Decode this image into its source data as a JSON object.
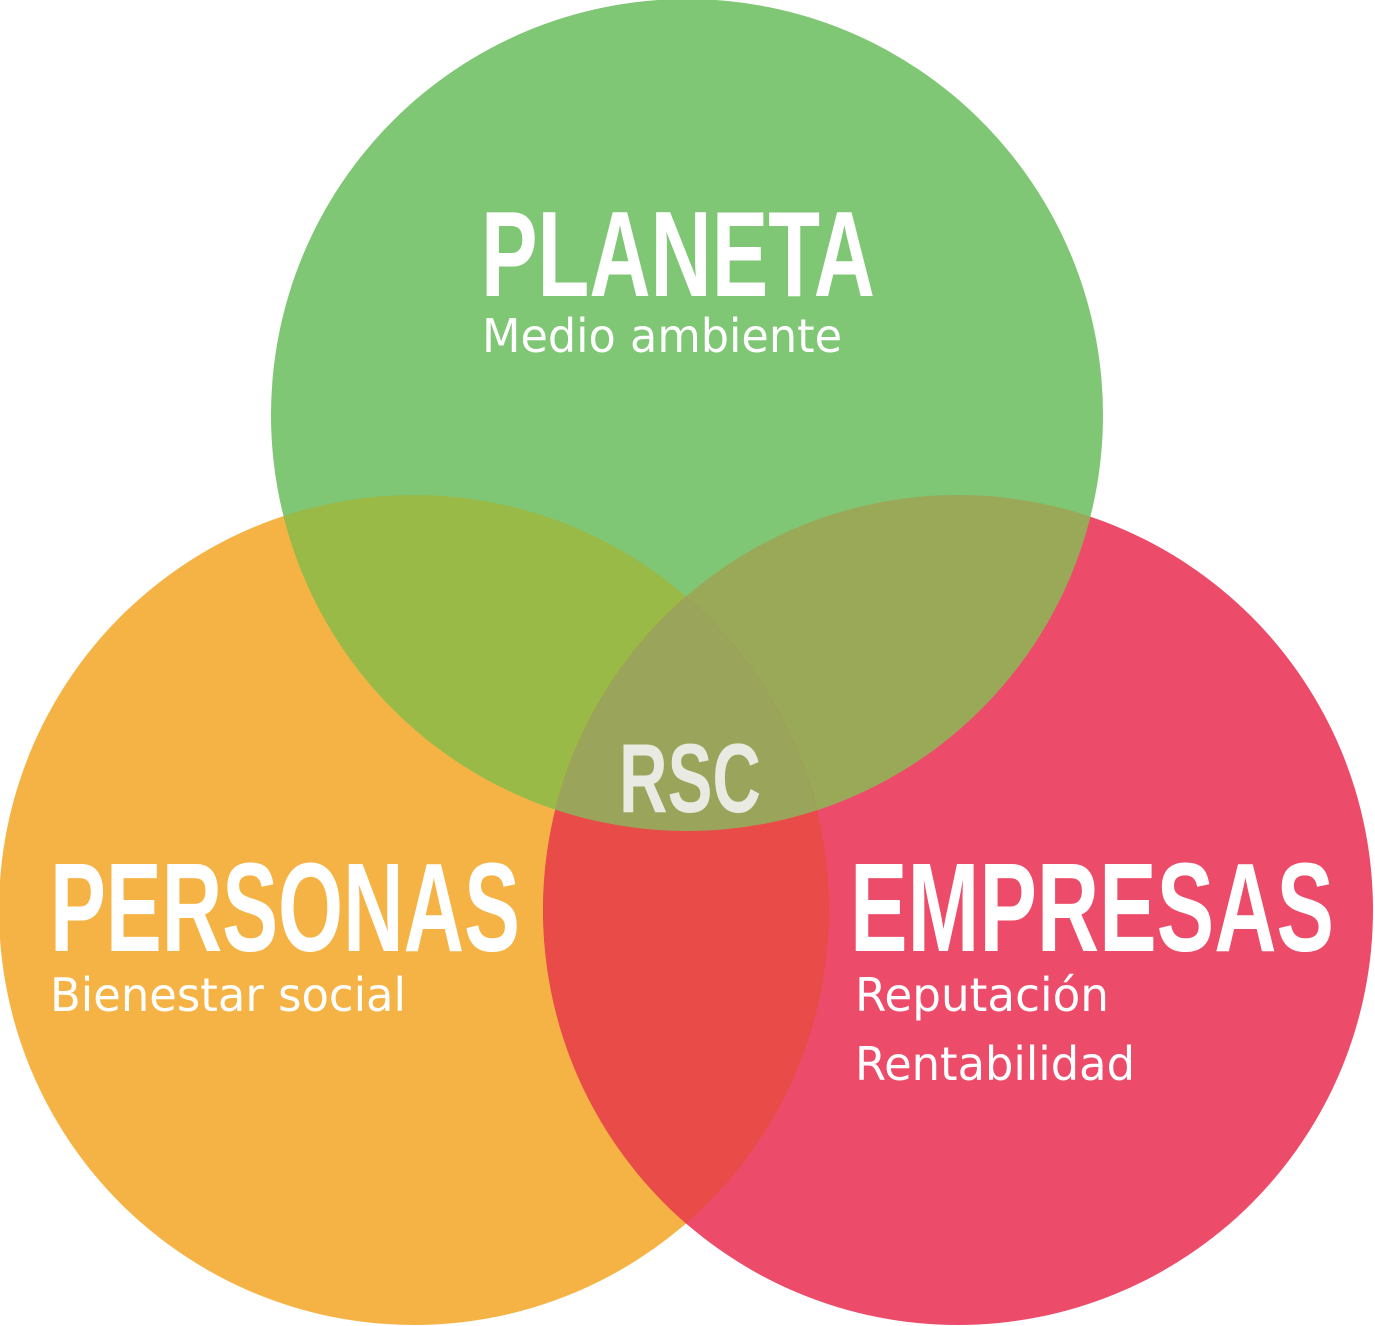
{
  "colors": {
    "planeta": "#7fc675",
    "personas": "#f6b345",
    "empresas": "#ec4c69",
    "planeta_personas": "#9aba47",
    "planeta_empresas": "#9aa957",
    "personas_empresas": "#e84b48",
    "center": "#9aa45a",
    "center_text": "#e9ebe3",
    "text": "#ffffff"
  },
  "circles": {
    "planeta": {
      "title": "PLANETA",
      "subtitle": "Medio ambiente"
    },
    "personas": {
      "title": "PERSONAS",
      "subtitle": "Bienestar social"
    },
    "empresas": {
      "title": "EMPRESAS",
      "subtitle_1": "Reputación",
      "subtitle_2": "Rentabilidad"
    }
  },
  "center": {
    "label": "RSC"
  }
}
